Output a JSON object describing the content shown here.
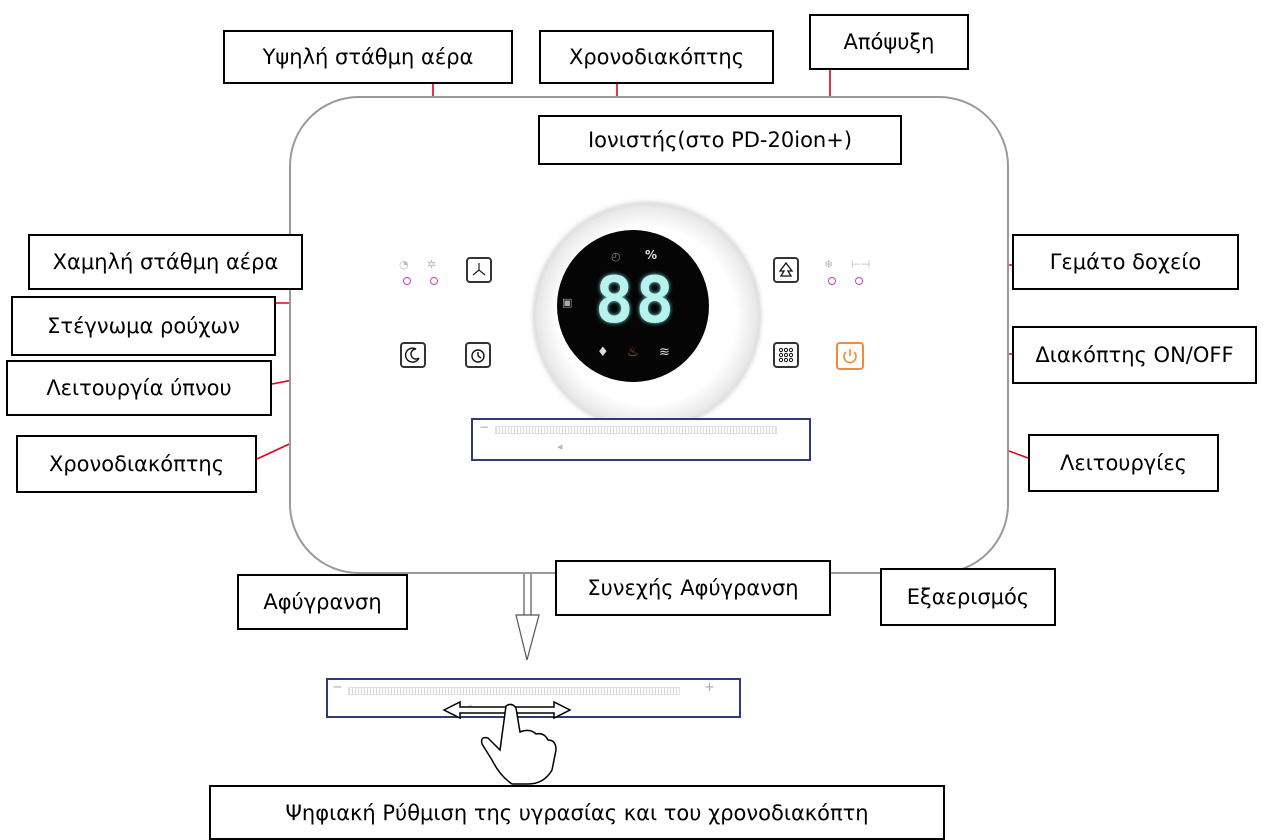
{
  "labels": {
    "high_air": "Υψηλή στάθμη αέρα",
    "timer_top": "Χρονοδιακόπτης",
    "defrost": "Απόψυξη",
    "ionizer": "Ιονιστής(στο PD-20ion+)",
    "low_air": "Χαμηλή στάθμη αέρα",
    "full_tank": "Γεμάτο δοχείο",
    "clothes_dry": "Στέγνωμα ρούχων",
    "power": "Διακόπτης ON/OFF",
    "sleep": "Λειτουργία ύπνου",
    "timer_left": "Χρονοδιακόπτης",
    "functions": "Λειτουργίες",
    "dehumid": "Αφύγρανση",
    "continuous": "Συνεχής Αφύγρανση",
    "ventilation": "Εξαερισμός",
    "digital_setting": "Ψηφιακή Ρύθμιση της υγρασίας και του χρονοδιακόπτη"
  },
  "display": {
    "digits": "88",
    "percent": "%"
  },
  "slider": {
    "minus": "−",
    "plus": "+",
    "arrow": "◂"
  },
  "icons": {
    "fan": "fan-icon",
    "ionizer": "tree-ion-icon",
    "sleep": "sleep-moon-icon",
    "timer": "timer-icon",
    "functions": "grid-menu-icon",
    "power": "power-icon",
    "drop": "drop-icon",
    "continuous": "drop-flow-icon",
    "wind": "wind-icon",
    "hand": "pointing-hand-icon"
  },
  "colors": {
    "leader": "#e0001b",
    "slider_border": "#2e3a7a",
    "display_digits": "#b8f2ee",
    "power": "#f08a3c",
    "indicator_dot": "#d23bd0"
  }
}
